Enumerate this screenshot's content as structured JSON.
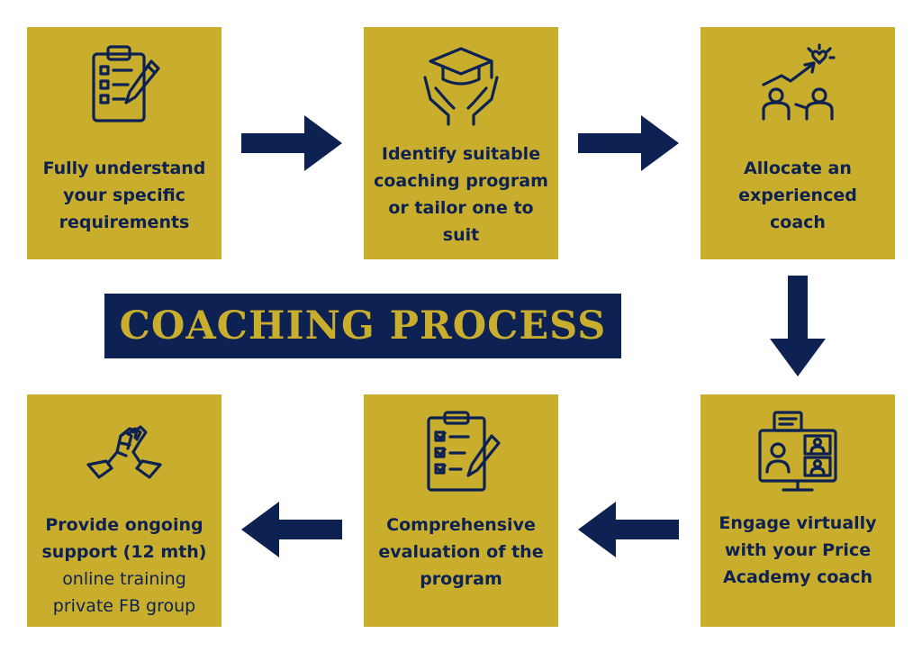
{
  "title": "COACHING PROCESS",
  "colors": {
    "box": "#C9AE2E",
    "navy": "#0D2152",
    "background": "#FFFFFF"
  },
  "steps": [
    {
      "label": "Fully understand your specific requirements",
      "icon": "clipboard-checklist-pencil-icon"
    },
    {
      "label": "Identify suitable coaching program or tailor one to suit",
      "icon": "graduation-cap-hands-icon"
    },
    {
      "label": "Allocate an experienced coach",
      "icon": "coach-growth-heart-icon"
    },
    {
      "label": "Engage virtually with your Price Academy coach",
      "icon": "video-conference-monitor-icon"
    },
    {
      "label": "Comprehensive evaluation of the program",
      "icon": "evaluation-clipboard-icon"
    },
    {
      "label": "Provide ongoing support (12 mth)",
      "sub1": "online training",
      "sub2": "private FB group",
      "icon": "handshake-support-icon"
    }
  ]
}
